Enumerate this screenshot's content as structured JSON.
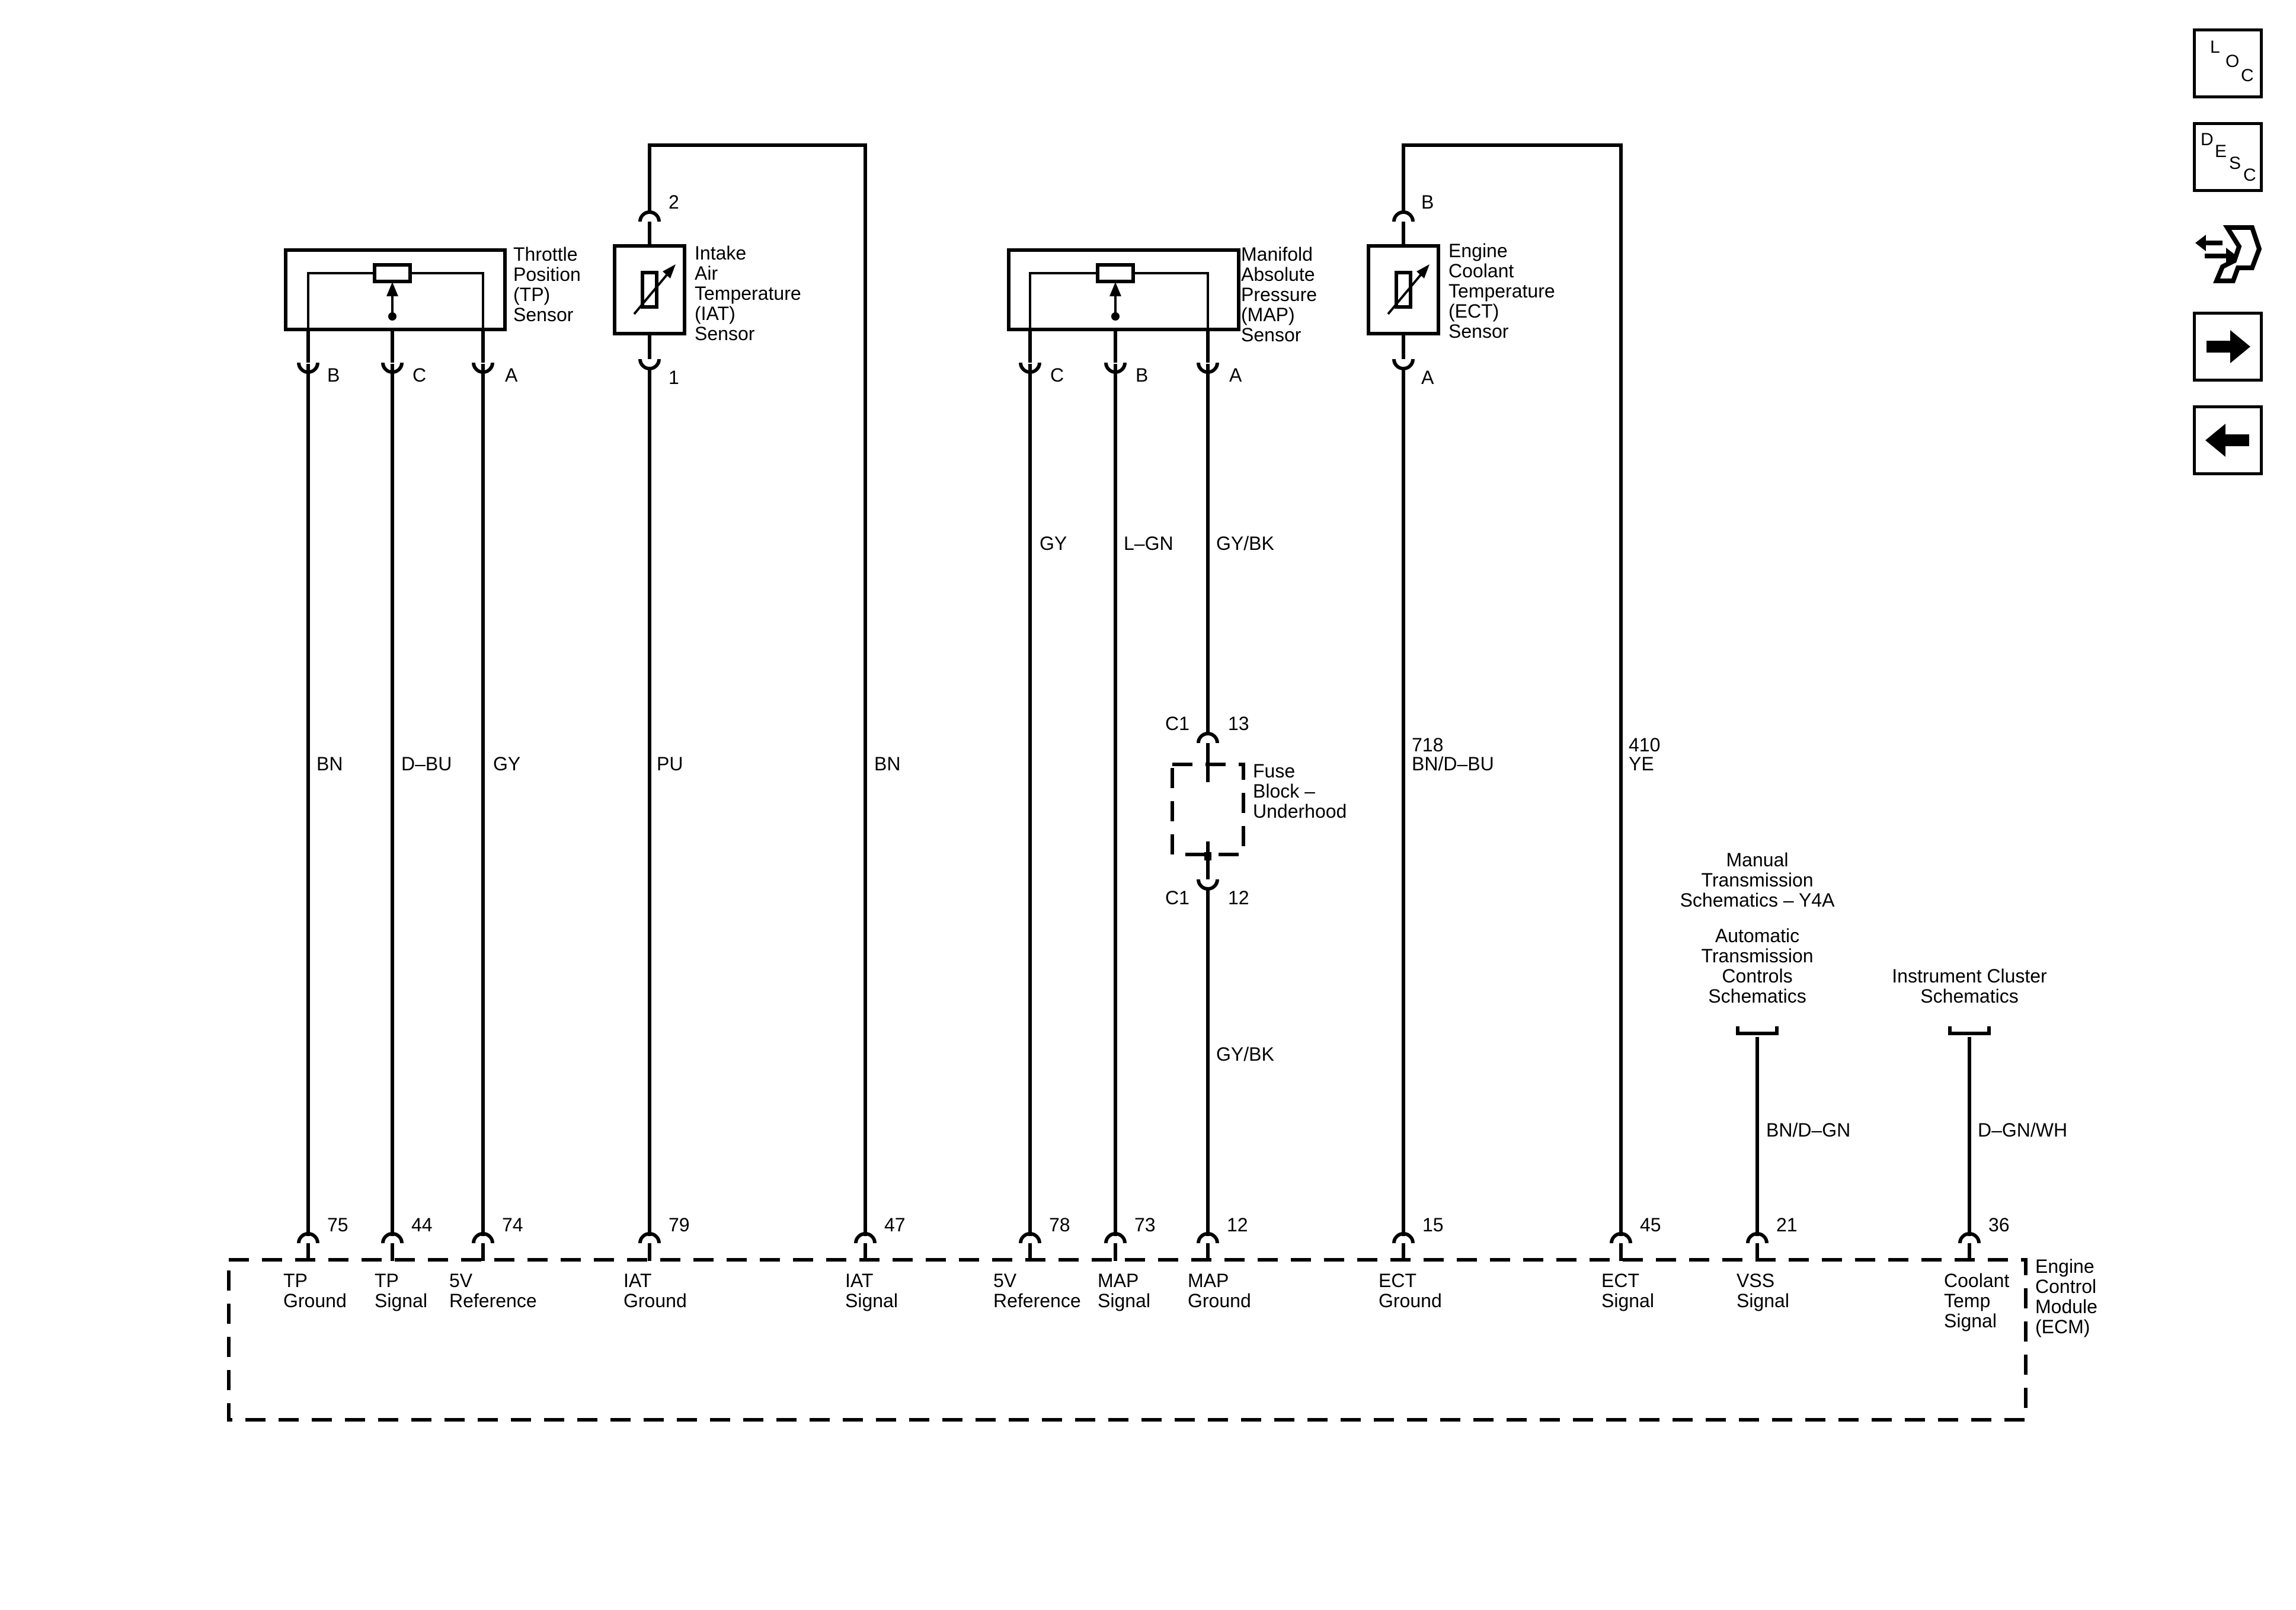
{
  "sensors": {
    "tp": [
      "Throttle",
      "Position",
      "(TP)",
      "Sensor"
    ],
    "iat": [
      "Intake",
      "Air",
      "Temperature",
      "(IAT)",
      "Sensor"
    ],
    "map": [
      "Manifold",
      "Absolute",
      "Pressure",
      "(MAP)",
      "Sensor"
    ],
    "ect": [
      "Engine",
      "Coolant",
      "Temperature",
      "(ECT)",
      "Sensor"
    ]
  },
  "pins": {
    "tp": [
      "B",
      "C",
      "A"
    ],
    "iat": [
      "2",
      "1"
    ],
    "map": [
      "C",
      "B",
      "A"
    ],
    "ect": [
      "B",
      "A"
    ]
  },
  "wire_colors": {
    "tp_b": "BN",
    "tp_c": "D–BU",
    "tp_a": "GY",
    "iat_1": "PU",
    "iat_2": "BN",
    "map_c": "GY",
    "map_b": "L–GN",
    "map_a": "GY/BK",
    "map_a_lower": "GY/BK",
    "ect_a_circuit": "718",
    "ect_a": "BN/D–BU",
    "ect_b_circuit": "410",
    "ect_b": "YE",
    "vss": "BN/D–GN",
    "coolant": "D–GN/WH"
  },
  "fuse_block": {
    "label": [
      "Fuse",
      "Block –",
      "Underhood"
    ],
    "connector_top": "C1",
    "pin_top": "13",
    "connector_bottom": "C1",
    "pin_bottom": "12"
  },
  "references": {
    "manual_trans": [
      "Manual",
      "Transmission",
      "Schematics – Y4A"
    ],
    "auto_trans": [
      "Automatic",
      "Transmission",
      "Controls",
      "Schematics"
    ],
    "instrument": [
      "Instrument Cluster",
      "Schematics"
    ]
  },
  "ecm": {
    "label": [
      "Engine",
      "Control",
      "Module",
      "(ECM)"
    ],
    "terminals": [
      {
        "pin": "75",
        "label": [
          "TP",
          "Ground"
        ]
      },
      {
        "pin": "44",
        "label": [
          "TP",
          "Signal"
        ]
      },
      {
        "pin": "74",
        "label": [
          "5V",
          "Reference"
        ]
      },
      {
        "pin": "79",
        "label": [
          "IAT",
          "Ground"
        ]
      },
      {
        "pin": "47",
        "label": [
          "IAT",
          "Signal"
        ]
      },
      {
        "pin": "78",
        "label": [
          "5V",
          "Reference"
        ]
      },
      {
        "pin": "73",
        "label": [
          "MAP",
          "Signal"
        ]
      },
      {
        "pin": "12",
        "label": [
          "MAP",
          "Ground"
        ]
      },
      {
        "pin": "15",
        "label": [
          "ECT",
          "Ground"
        ]
      },
      {
        "pin": "45",
        "label": [
          "ECT",
          "Signal"
        ]
      },
      {
        "pin": "21",
        "label": [
          "VSS",
          "Signal"
        ]
      },
      {
        "pin": "36",
        "label": [
          "Coolant",
          "Temp",
          "Signal"
        ]
      }
    ]
  },
  "nav": {
    "loc": [
      "L",
      "O",
      "C"
    ],
    "desc": [
      "D",
      "E",
      "S",
      "C"
    ],
    "icons": [
      "connector-tool-icon",
      "arrow-right-icon",
      "arrow-left-icon"
    ]
  }
}
